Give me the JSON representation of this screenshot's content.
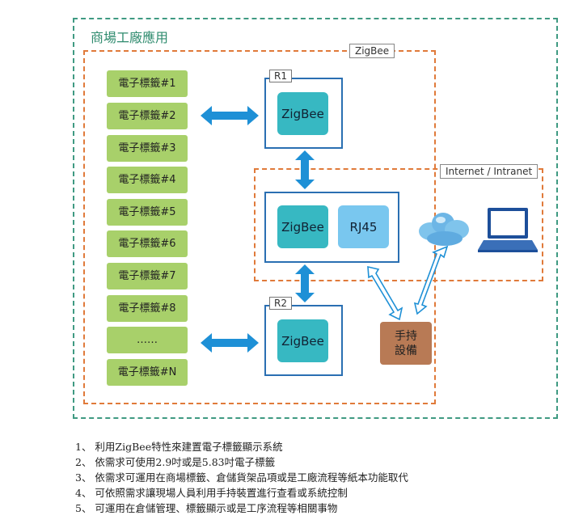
{
  "outer_title": "商場工廠應用",
  "zigbee_region_label": "ZigBee",
  "net_region_label": "Internet / Intranet",
  "tags": [
    "電子標籤#1",
    "電子標籤#2",
    "電子標籤#3",
    "電子標籤#4",
    "電子標籤#5",
    "電子標籤#6",
    "電子標籤#7",
    "電子標籤#8",
    "……",
    "電子標籤#N"
  ],
  "r1": {
    "label": "R1",
    "module": "ZigBee"
  },
  "r2": {
    "label": "R2",
    "module": "ZigBee"
  },
  "coordinator": {
    "zigbee": "ZigBee",
    "rj45": "RJ45"
  },
  "handheld": {
    "line1": "手持",
    "line2": "設備"
  },
  "cloud_icon": "cloud-icon",
  "laptop_icon": "laptop-icon",
  "colors": {
    "outer_border": "#3f9a82",
    "region_border": "#e07a3a",
    "tag": "#a8d06a",
    "zigbee": "#37b8c2",
    "rj45": "#79c7ef",
    "handheld": "#b87a55",
    "arrow": "#1e90d6"
  },
  "notes": [
    "1、 利用ZigBee特性來建置電子標籤顯示系統",
    "2、 依需求可使用2.9吋或是5.83吋電子標籤",
    "3、 依需求可運用在商場標籤、倉儲貨架品項或是工廠流程等紙本功能取代",
    "4、 可依照需求讓現場人員利用手持裝置進行查看或系統控制",
    "5、 可運用在倉儲管理、標籤顯示或是工序流程等相關事物"
  ]
}
